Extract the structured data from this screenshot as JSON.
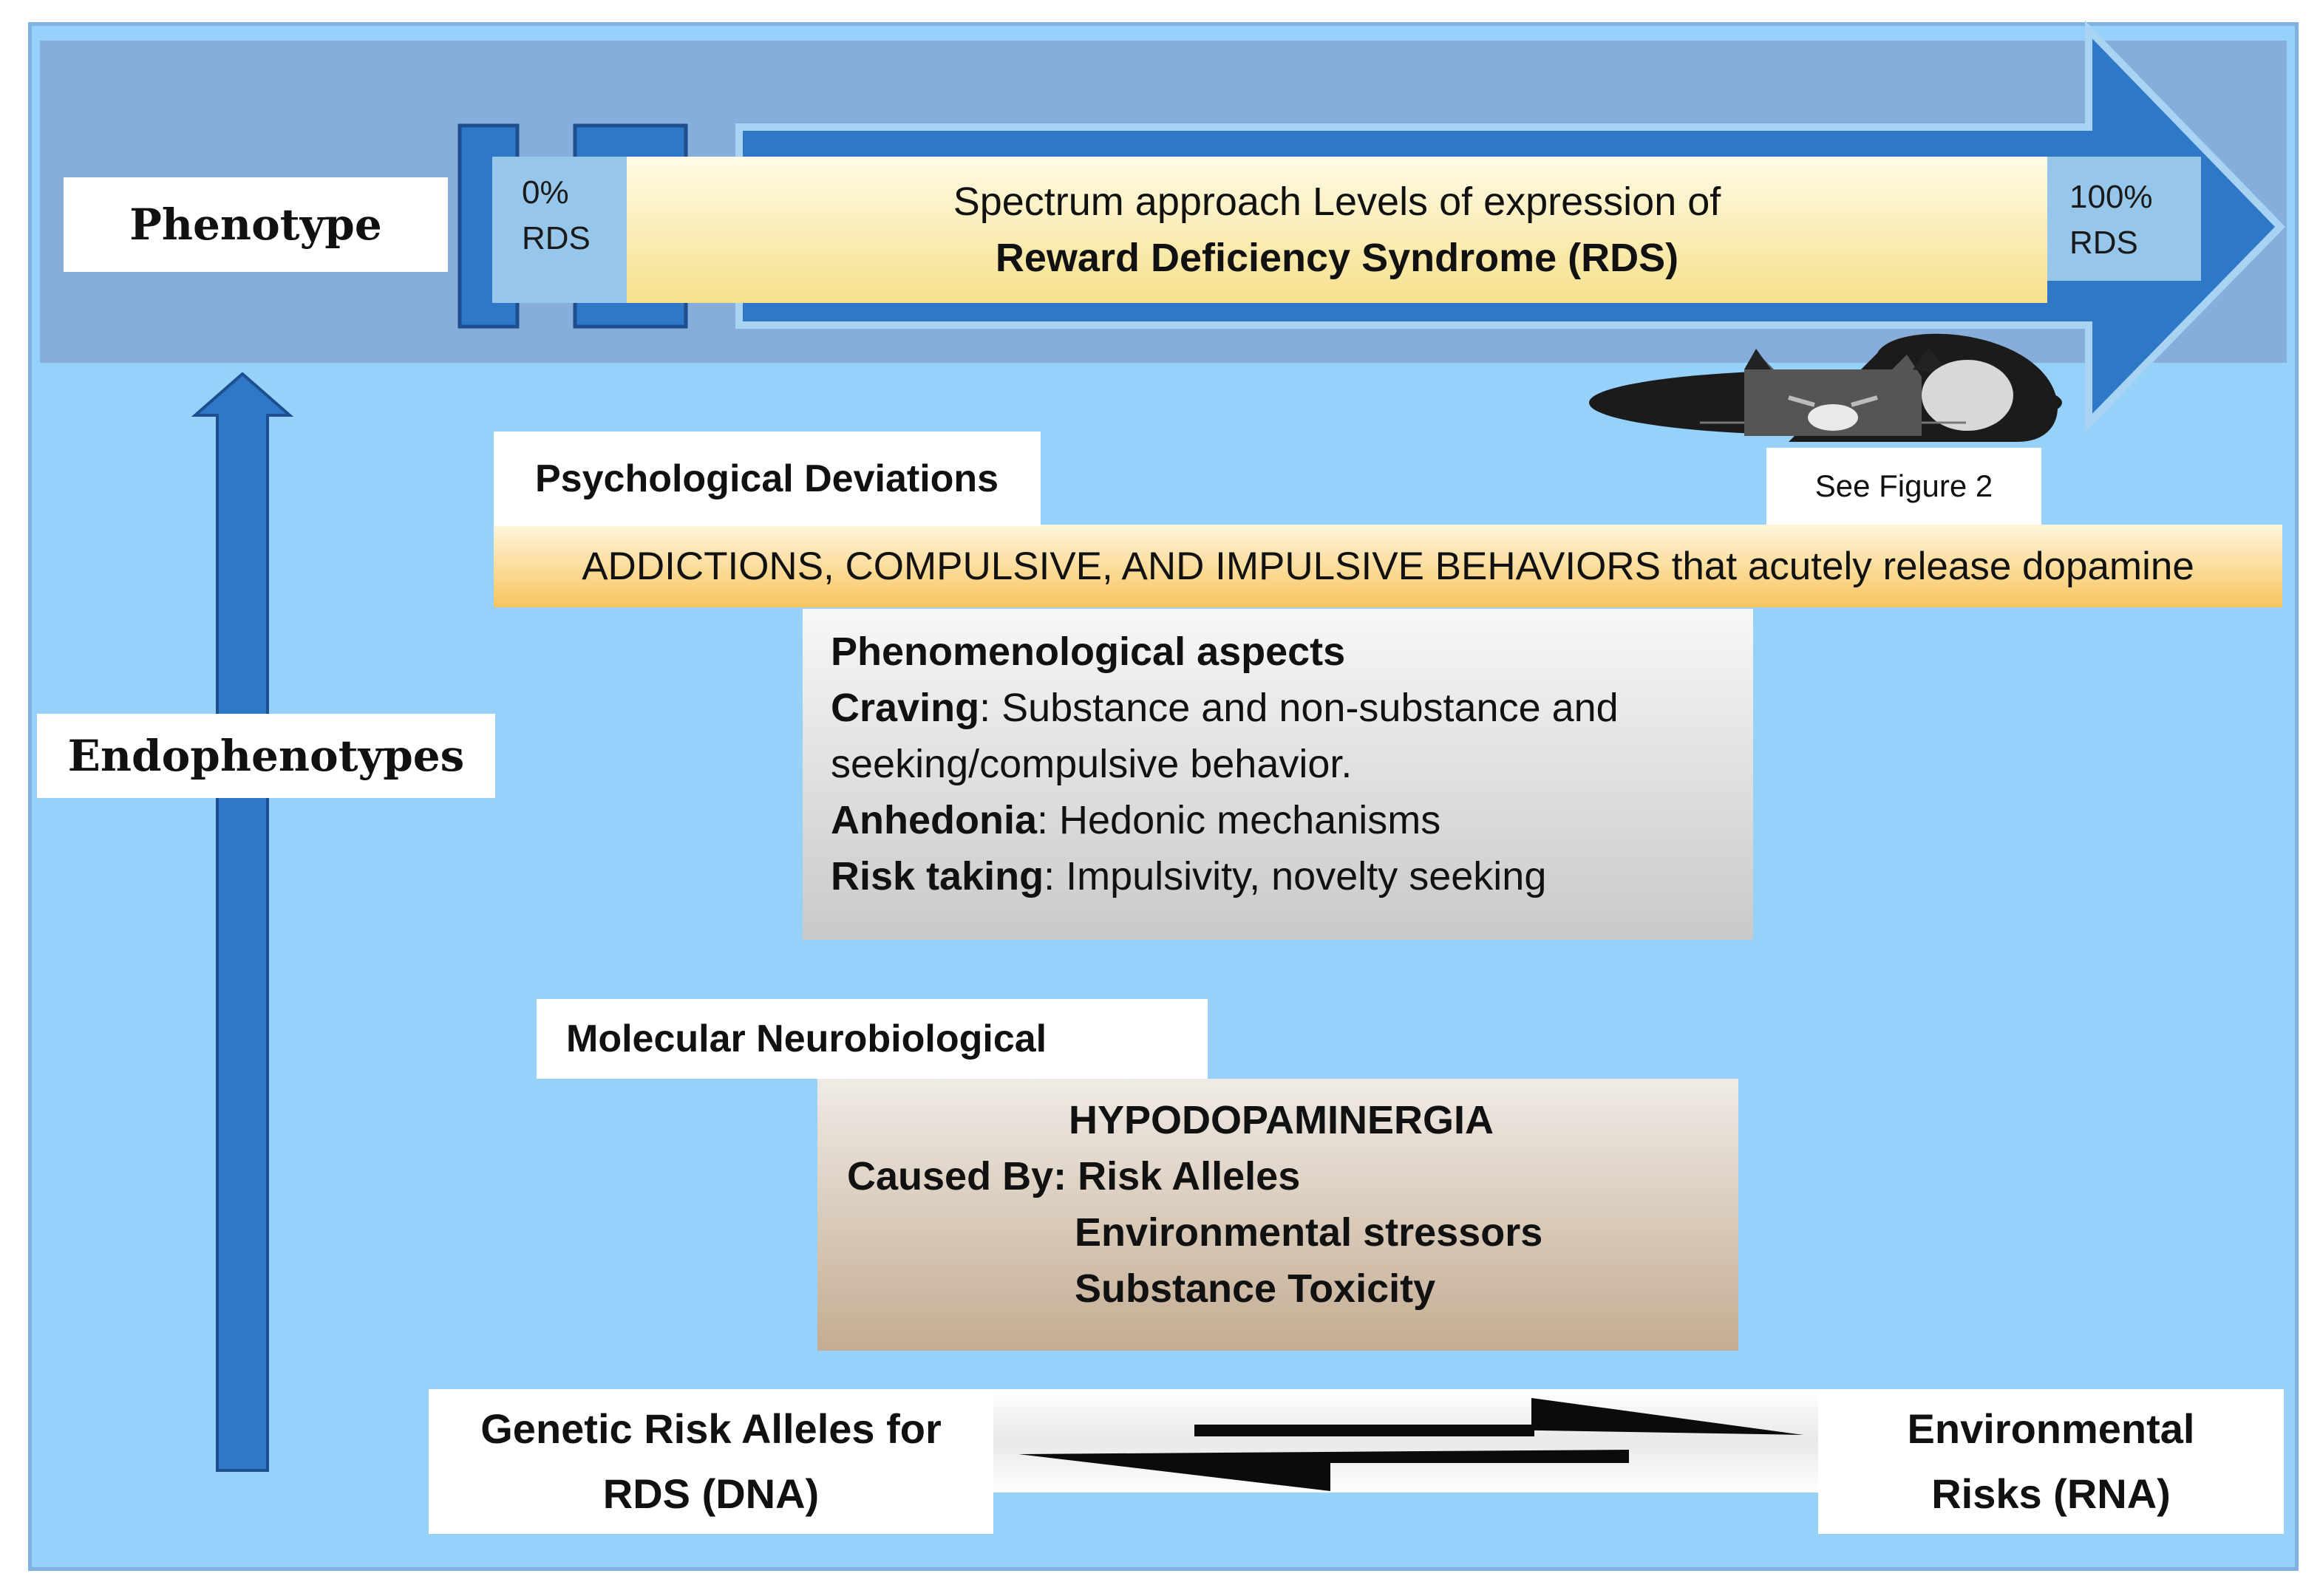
{
  "phenotype_label": "Phenotype",
  "endophenotypes_label": "Endophenotypes",
  "spectrum": {
    "start_value": "0%",
    "start_unit": "RDS",
    "end_value": "100%",
    "end_unit": "RDS",
    "line1": "Spectrum approach Levels of expression of",
    "line2": "Reward Deficiency Syndrome (RDS)"
  },
  "see_figure": "See Figure 2",
  "psych": {
    "title": "Psychological Deviations",
    "banner": "ADDICTIONS, COMPULSIVE, AND IMPULSIVE  BEHAVIORS that acutely release dopamine"
  },
  "phenomenological": {
    "heading": "Phenomenological aspects",
    "craving_term": "Craving",
    "craving_text": ": Substance and non-substance and",
    "craving_text2": "seeking/compulsive behavior.",
    "anhedonia_term": "Anhedonia",
    "anhedonia_text": ": Hedonic mechanisms",
    "risk_term": "Risk taking",
    "risk_text": ": Impulsivity, novelty seeking"
  },
  "molecular": {
    "title": "Molecular Neurobiological",
    "heading": "HYPODOPAMINERGIA",
    "caused_by": "Caused By: Risk Alleles",
    "cause2": "Environmental stressors",
    "cause3": "Substance Toxicity"
  },
  "genetic": {
    "line1": "Genetic  Risk Alleles for",
    "line2": "RDS (DNA)"
  },
  "environmental": {
    "line1": "Environmental",
    "line2": "Risks (RNA)"
  },
  "colors": {
    "panel": "#95d1f8",
    "band": "#87aedb",
    "arrow_blue": "#2f78c8",
    "yellow": "#fbe9a1",
    "orange": "#f8c769"
  }
}
